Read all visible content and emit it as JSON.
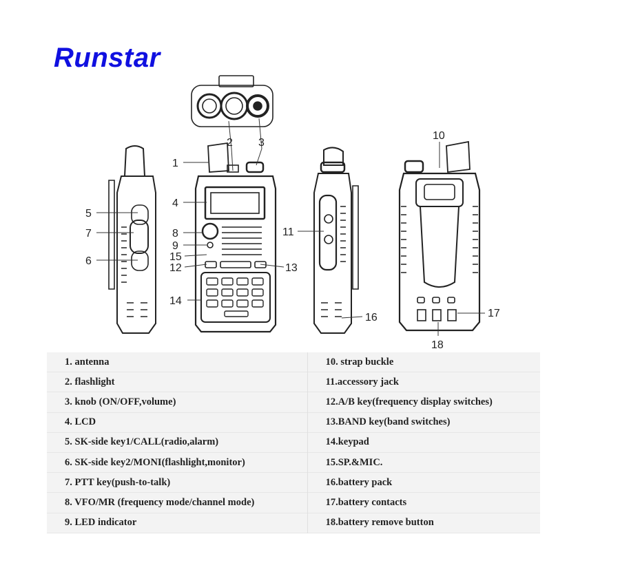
{
  "brand": "Runstar",
  "callouts": [
    "1",
    "2",
    "3",
    "4",
    "5",
    "6",
    "7",
    "8",
    "9",
    "10",
    "11",
    "12",
    "13",
    "14",
    "15",
    "16",
    "17",
    "18"
  ],
  "parts_left": [
    "1. antenna",
    "2. flashlight",
    "3. knob (ON/OFF,volume)",
    "4. LCD",
    "5. SK-side key1/CALL(radio,alarm)",
    "6. SK-side key2/MONI(flashlight,monitor)",
    "7. PTT key(push-to-talk)",
    "8. VFO/MR (frequency mode/channel mode)",
    "9. LED indicator"
  ],
  "parts_right": [
    "10. strap buckle",
    "11.accessory jack",
    "12.A/B key(frequency display switches)",
    "13.BAND key(band switches)",
    "14.keypad",
    "15.SP.&MIC.",
    "16.battery pack",
    "17.battery contacts",
    "18.battery remove button"
  ]
}
